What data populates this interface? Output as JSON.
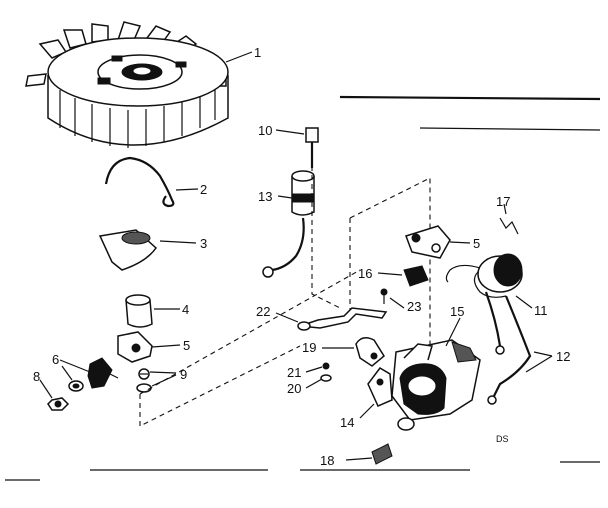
{
  "callouts": [
    "1",
    "2",
    "3",
    "4",
    "5",
    "6",
    "8",
    "9",
    "10",
    "13",
    "17",
    "5",
    "16",
    "11",
    "23",
    "22",
    "15",
    "19",
    "12",
    "21",
    "20",
    "14",
    "18"
  ],
  "figure_code": "DS"
}
